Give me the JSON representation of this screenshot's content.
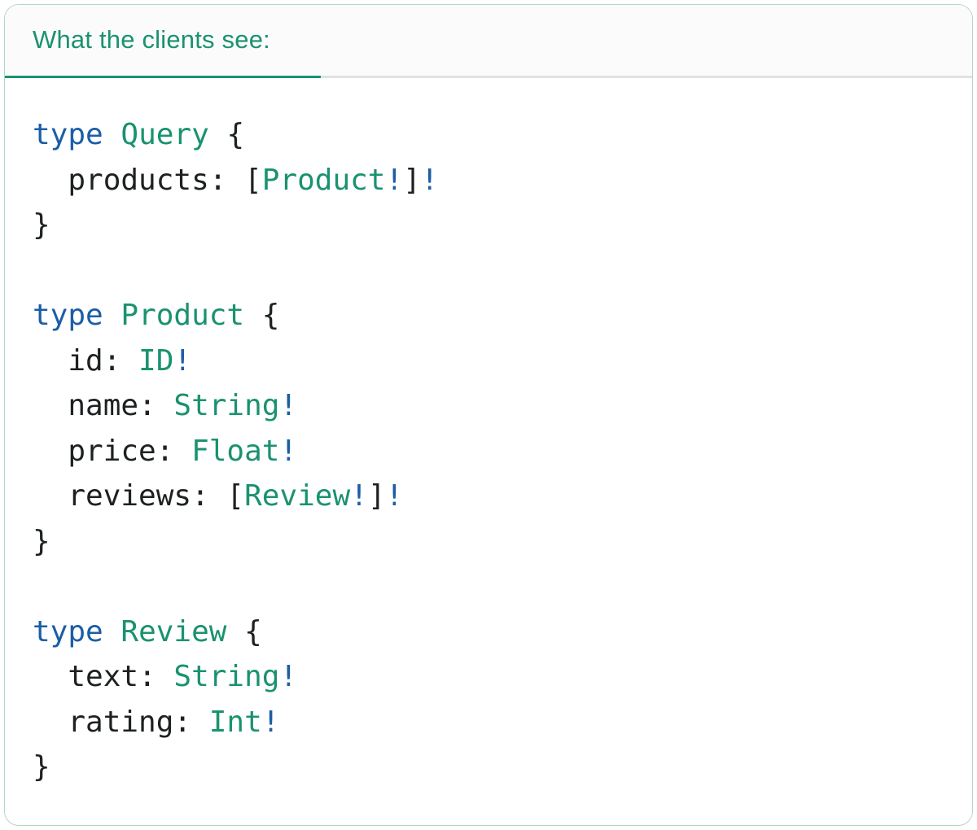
{
  "header": {
    "title": "What the clients see:"
  },
  "colors": {
    "accent_teal": "#1a9270",
    "keyword_blue": "#1b5ea6",
    "type_teal": "#1a9270",
    "code_text": "#1d2122",
    "header_bg": "#fbfbfb",
    "divider_gray": "#e2e2e2",
    "panel_border": "#b4d6c2"
  },
  "code": {
    "language": "graphql",
    "plain_text": "type Query {\n  products: [Product!]!\n}\n\ntype Product {\n  id: ID!\n  name: String!\n  price: Float!\n  reviews: [Review!]!\n}\n\ntype Review {\n  text: String!\n  rating: Int!\n}",
    "lines": [
      [
        {
          "t": "type",
          "c": "kw"
        },
        {
          "t": " ",
          "c": "pl"
        },
        {
          "t": "Query",
          "c": "ty"
        },
        {
          "t": " {",
          "c": "pl"
        }
      ],
      [
        {
          "t": "  products: [",
          "c": "pl"
        },
        {
          "t": "Product",
          "c": "ty"
        },
        {
          "t": "!",
          "c": "bang"
        },
        {
          "t": "]",
          "c": "pl"
        },
        {
          "t": "!",
          "c": "bang"
        }
      ],
      [
        {
          "t": "}",
          "c": "pl"
        }
      ],
      [],
      [
        {
          "t": "type",
          "c": "kw"
        },
        {
          "t": " ",
          "c": "pl"
        },
        {
          "t": "Product",
          "c": "ty"
        },
        {
          "t": " {",
          "c": "pl"
        }
      ],
      [
        {
          "t": "  id: ",
          "c": "pl"
        },
        {
          "t": "ID",
          "c": "ty"
        },
        {
          "t": "!",
          "c": "bang"
        }
      ],
      [
        {
          "t": "  name: ",
          "c": "pl"
        },
        {
          "t": "String",
          "c": "ty"
        },
        {
          "t": "!",
          "c": "bang"
        }
      ],
      [
        {
          "t": "  price: ",
          "c": "pl"
        },
        {
          "t": "Float",
          "c": "ty"
        },
        {
          "t": "!",
          "c": "bang"
        }
      ],
      [
        {
          "t": "  reviews: [",
          "c": "pl"
        },
        {
          "t": "Review",
          "c": "ty"
        },
        {
          "t": "!",
          "c": "bang"
        },
        {
          "t": "]",
          "c": "pl"
        },
        {
          "t": "!",
          "c": "bang"
        }
      ],
      [
        {
          "t": "}",
          "c": "pl"
        }
      ],
      [],
      [
        {
          "t": "type",
          "c": "kw"
        },
        {
          "t": " ",
          "c": "pl"
        },
        {
          "t": "Review",
          "c": "ty"
        },
        {
          "t": " {",
          "c": "pl"
        }
      ],
      [
        {
          "t": "  text: ",
          "c": "pl"
        },
        {
          "t": "String",
          "c": "ty"
        },
        {
          "t": "!",
          "c": "bang"
        }
      ],
      [
        {
          "t": "  rating: ",
          "c": "pl"
        },
        {
          "t": "Int",
          "c": "ty"
        },
        {
          "t": "!",
          "c": "bang"
        }
      ],
      [
        {
          "t": "}",
          "c": "pl"
        }
      ]
    ]
  }
}
